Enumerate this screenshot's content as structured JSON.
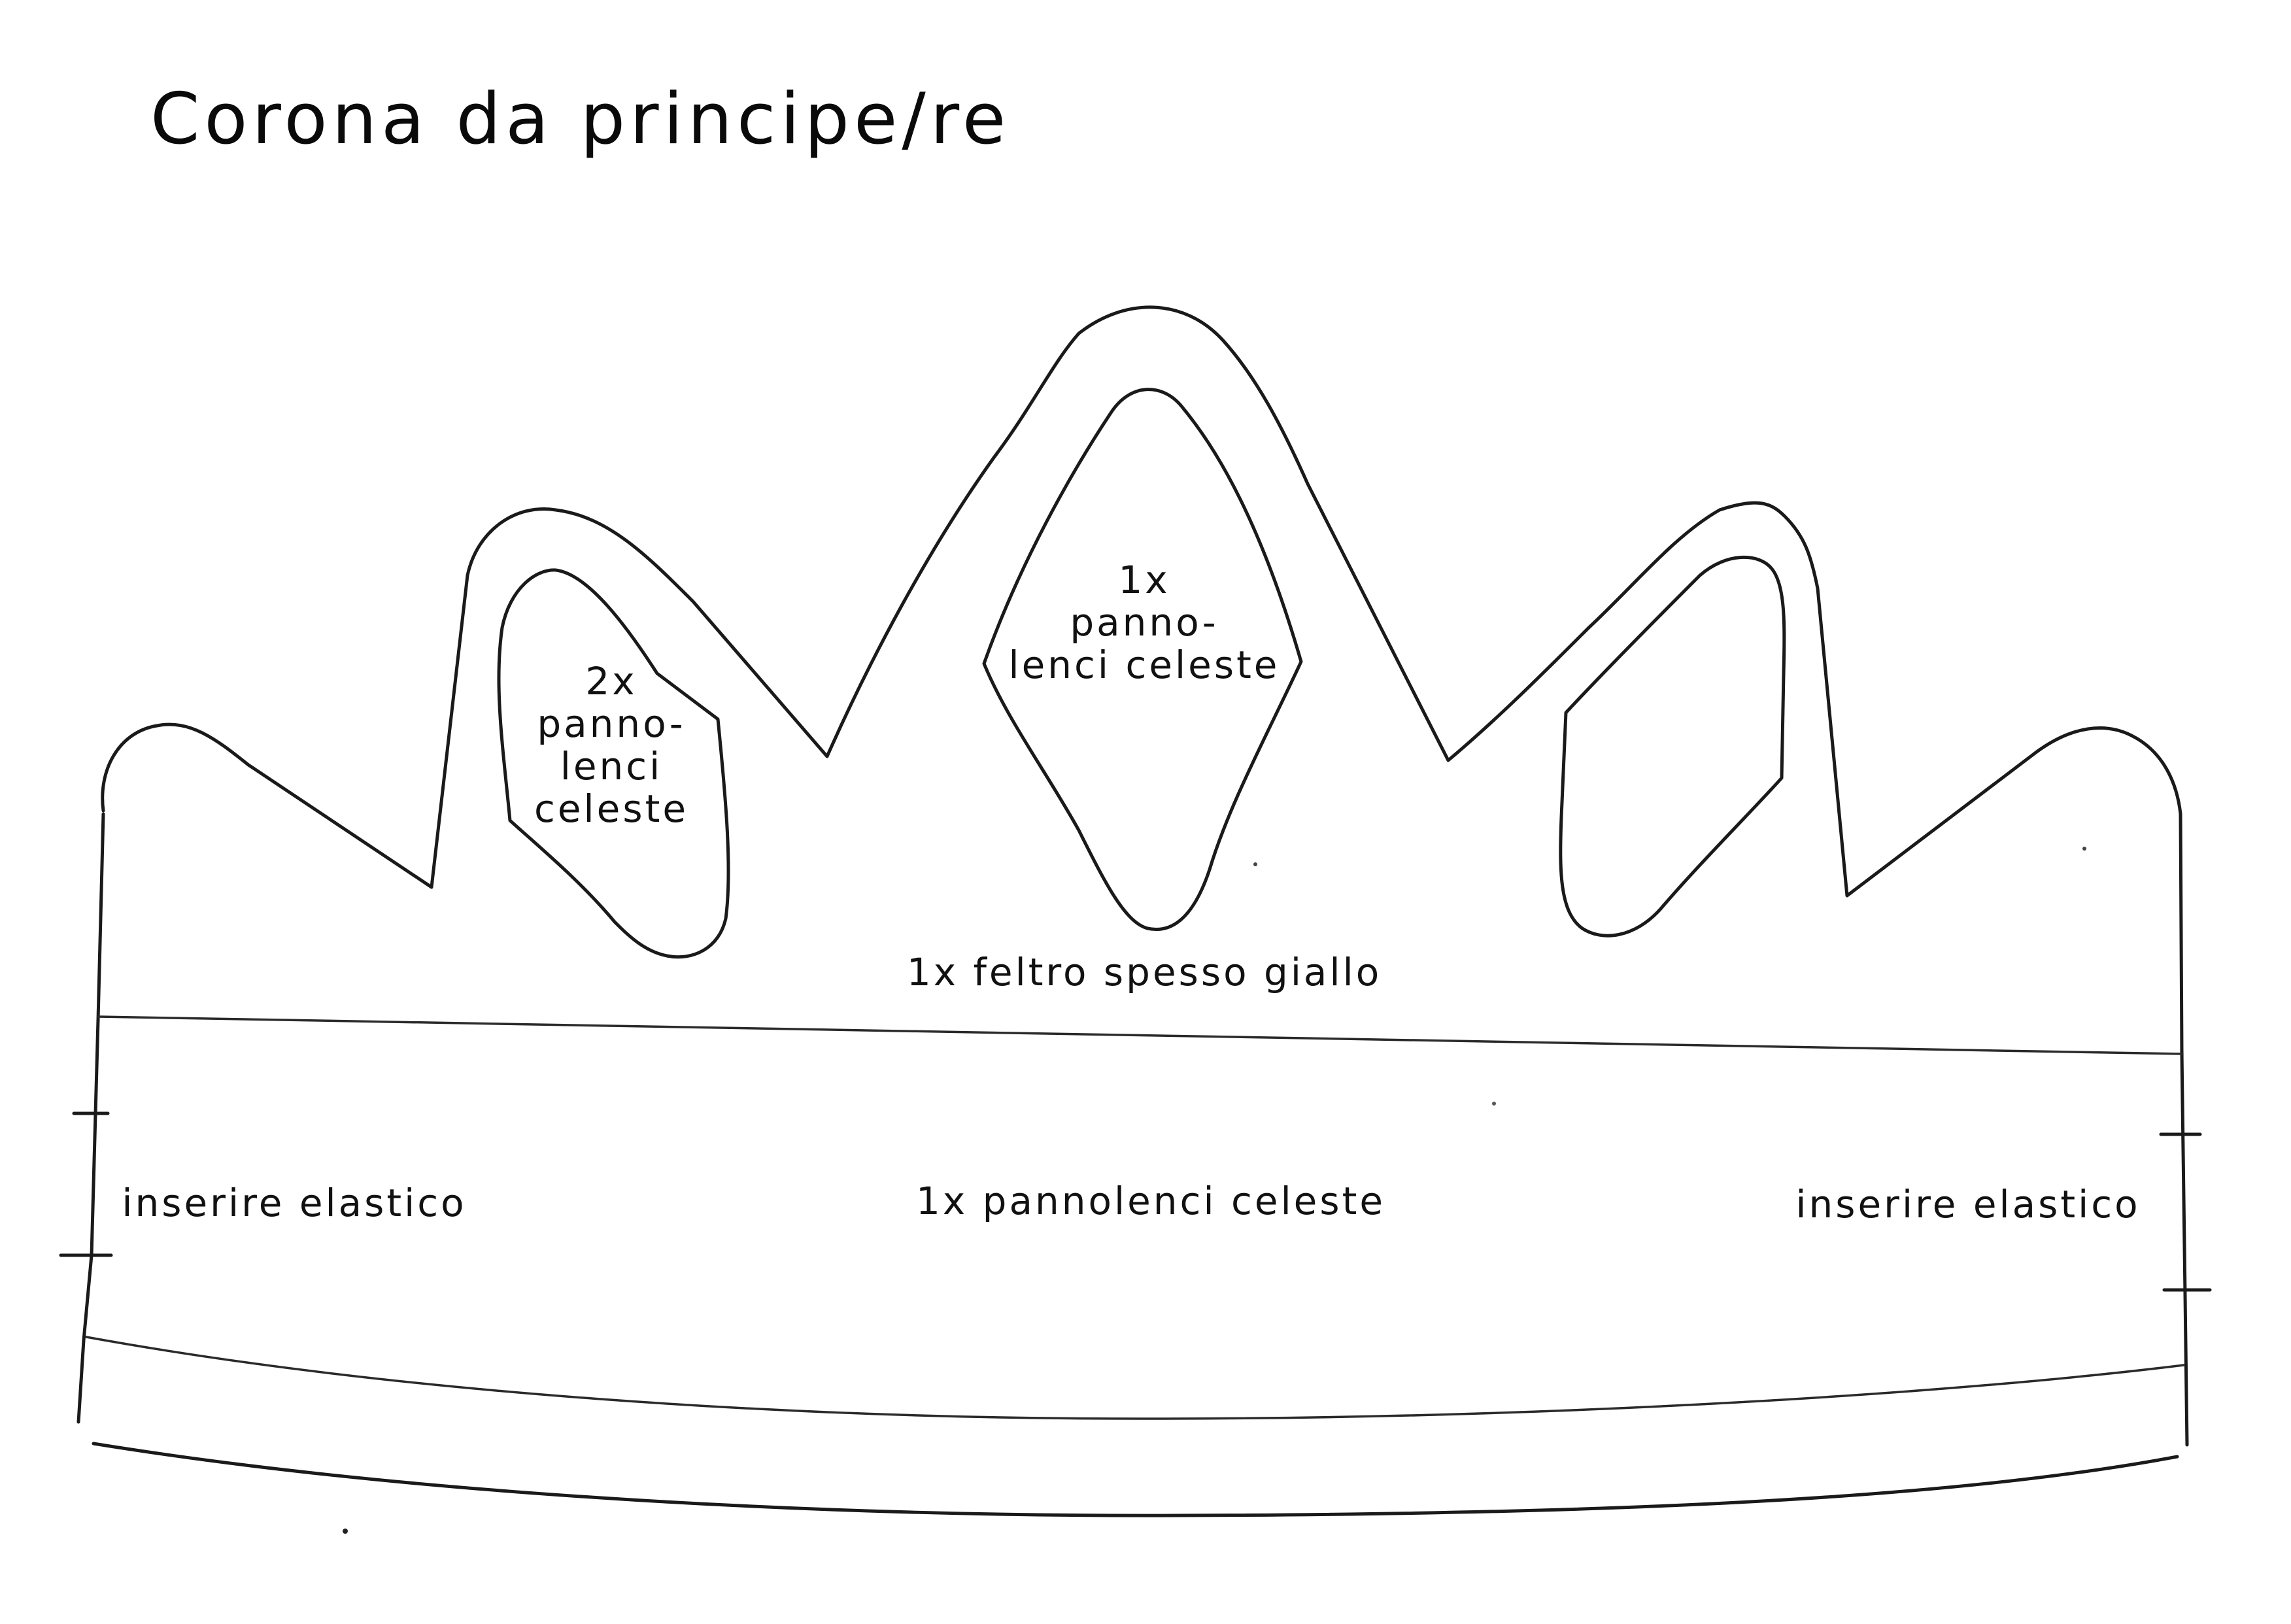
{
  "title": "Corona da principe/re",
  "labels": {
    "left_jewel": "2x\npanno-\nlenci\nceleste",
    "center_jewel": "1x\npanno-\nlenci celeste",
    "crown_body": "1x feltro spesso giallo",
    "band": "1x pannolenci celeste",
    "left_elastic": "inserire elastico",
    "right_elastic": "inserire elastico"
  },
  "colors": {
    "ink": "#1a1a1a",
    "paper": "#ffffff"
  }
}
